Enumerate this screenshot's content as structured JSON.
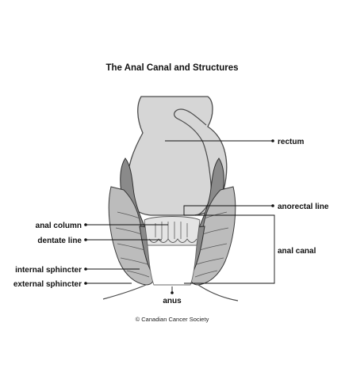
{
  "title": "The Anal Canal and Structures",
  "labels": {
    "rectum": "rectum",
    "anorectal_line": "anorectal line",
    "anal_canal": "anal canal",
    "anal_column": "anal column",
    "dentate_line": "dentate line",
    "internal_sphincter": "internal sphincter",
    "external_sphincter": "external sphincter",
    "anus": "anus"
  },
  "credit": "© Canadian Cancer Society",
  "colors": {
    "tissue": "#d6d6d6",
    "outline": "#4a4a4a",
    "muscle": "#bcbcbc",
    "muscle_dark": "#8a8a8a",
    "text": "#111111"
  }
}
